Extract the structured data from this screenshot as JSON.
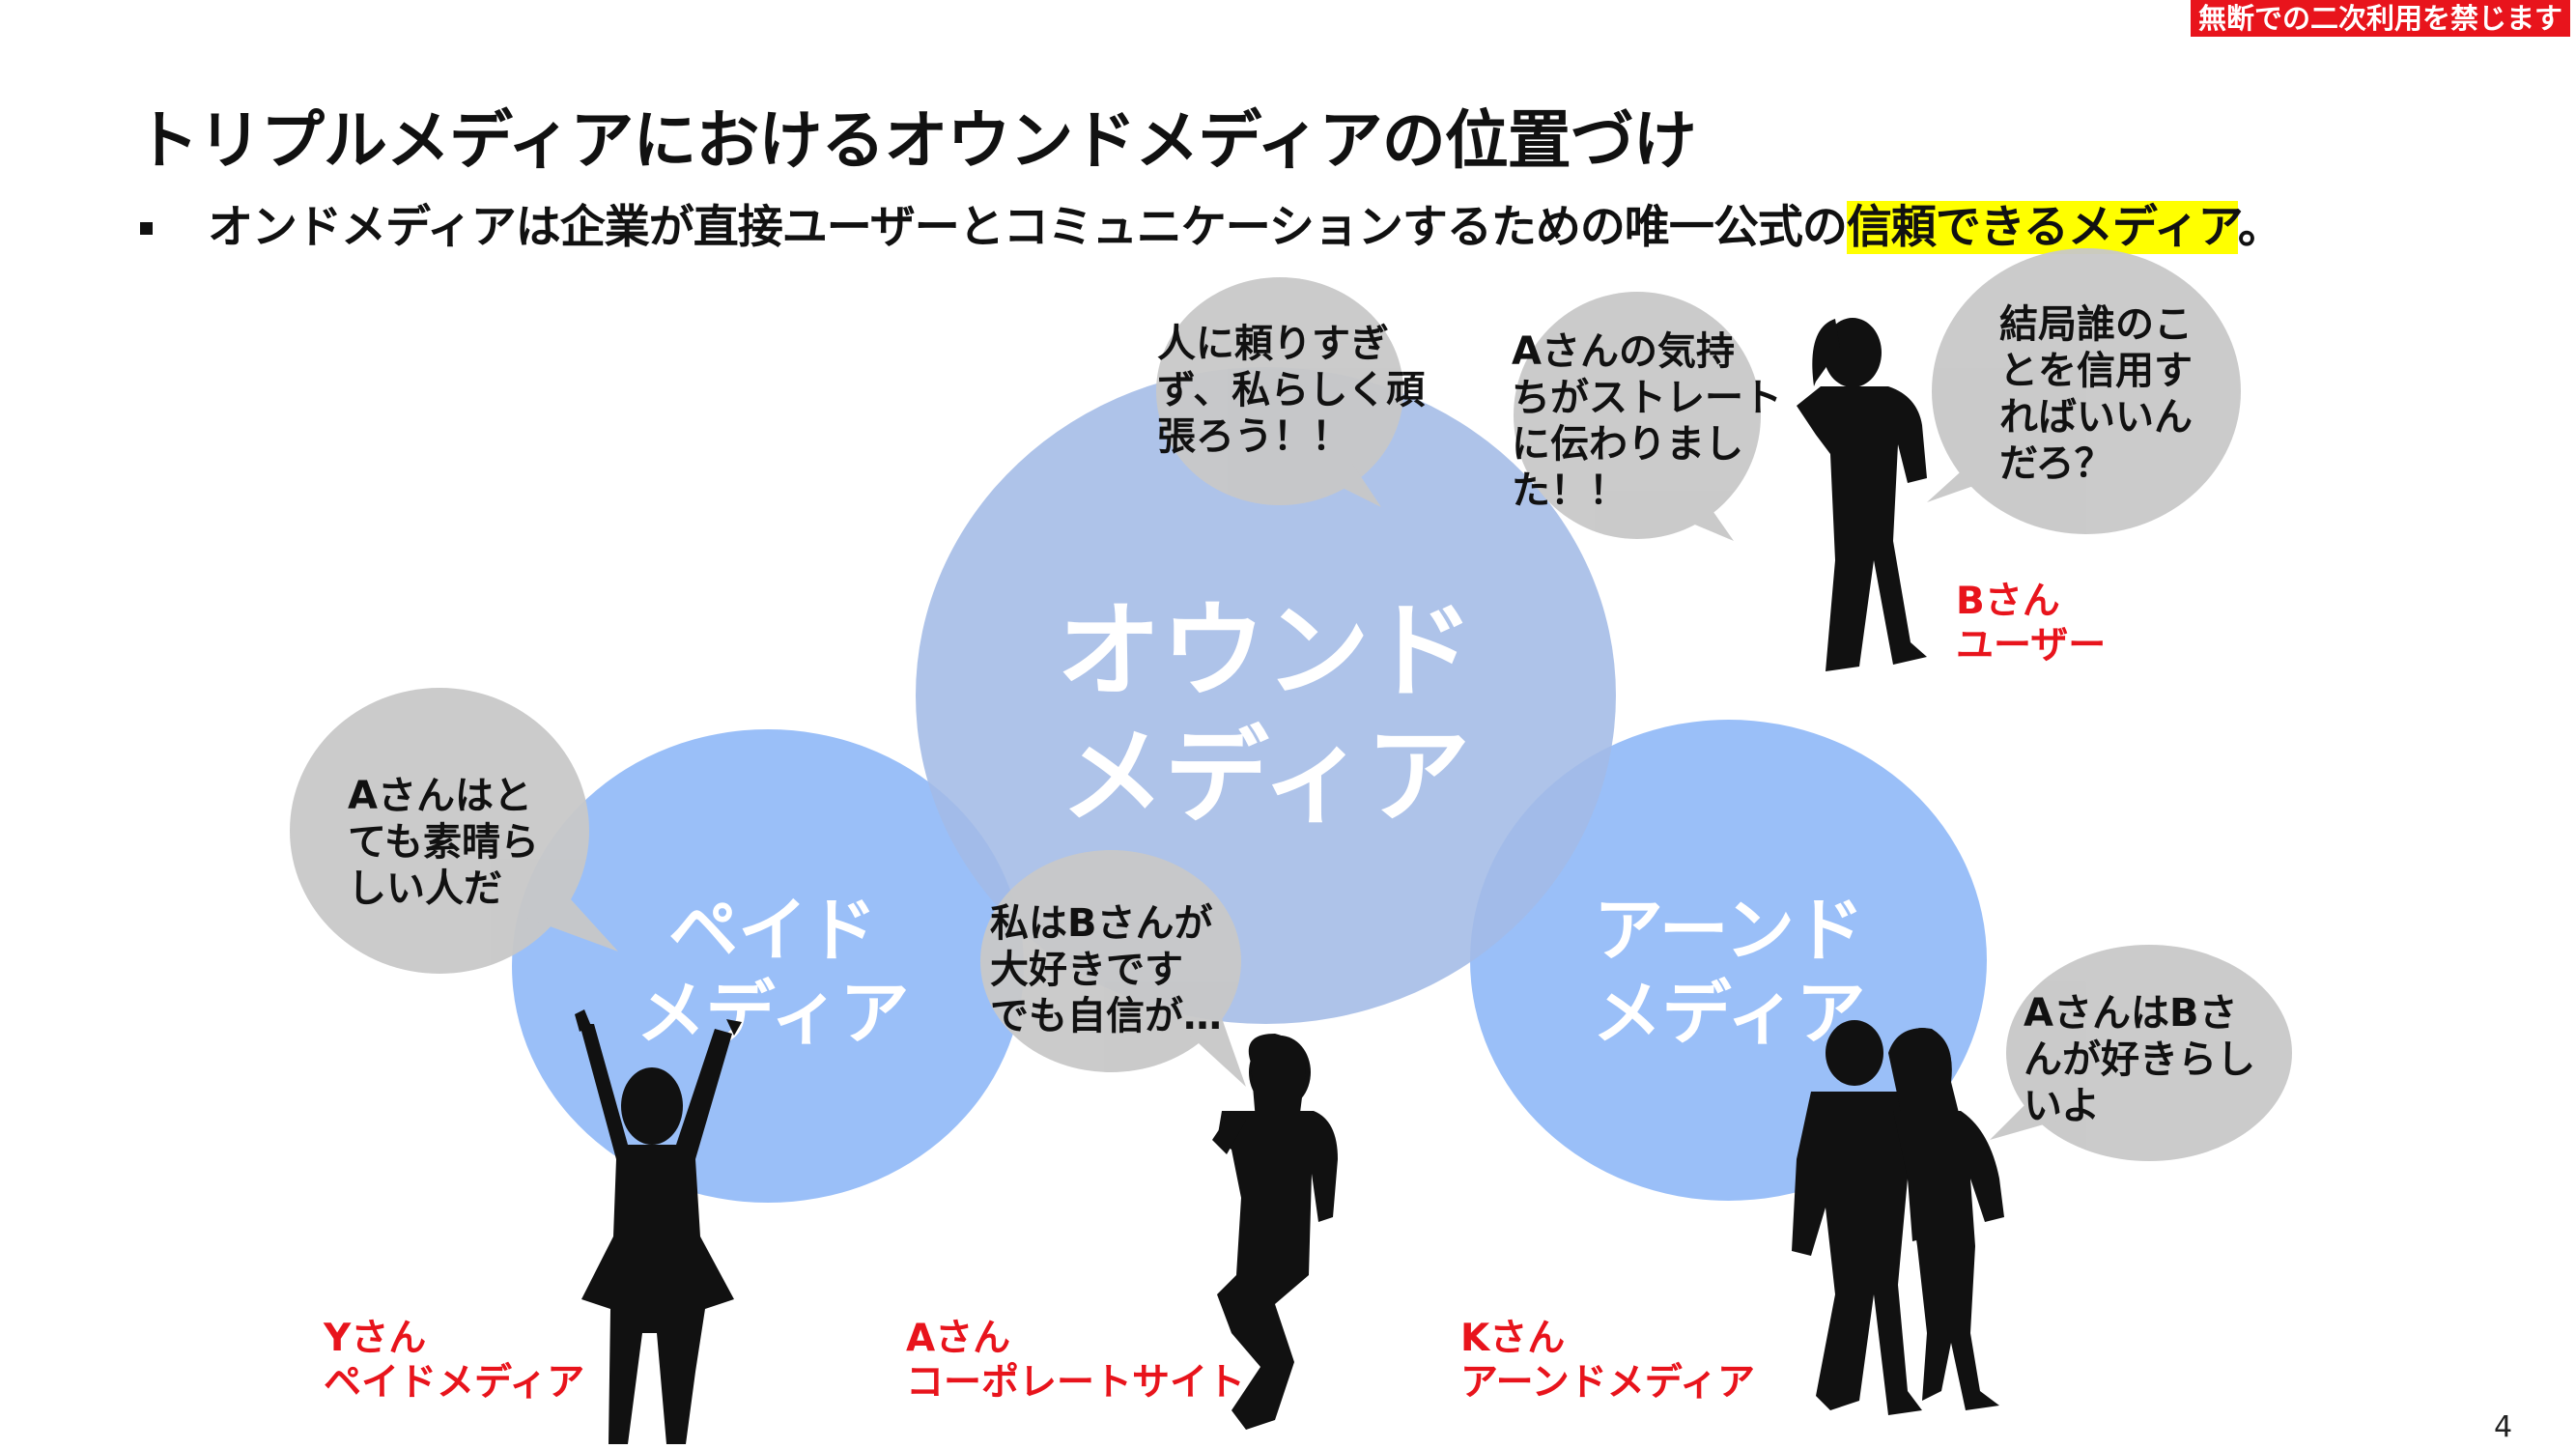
{
  "copyright_notice": "無断での二次利用を禁じます",
  "title": "トリプルメディアにおけるオウンドメディアの位置づけ",
  "bullet": {
    "text_plain": "オンドメディアは企業が直接ユーザーとコミュニケーションするための唯一公式の",
    "text_highlight": "信頼できるメディア",
    "text_end": "。"
  },
  "circles": {
    "owned": {
      "line1": "オウンド",
      "line2": "メディア"
    },
    "paid": {
      "line1": "ペイド",
      "line2": "メディア"
    },
    "earned": {
      "line1": "アーンド",
      "line2": "メディア"
    }
  },
  "bubbles": {
    "owned_top": [
      "人に頼りすぎ",
      "ず、私らしく頑",
      "張ろう！！"
    ],
    "a_san_feeling": [
      "Aさんの気持",
      "ちがストレート",
      "に伝わりまし",
      "た！！"
    ],
    "b_san_trust": [
      "結局誰のこ",
      "とを信用す",
      "ればいいん",
      "だろ？"
    ],
    "y_san": [
      "Aさんはと",
      "ても素晴ら",
      "しい人だ"
    ],
    "a_san": [
      "私はBさんが",
      "大好きです",
      "でも自信が…"
    ],
    "k_san": [
      "AさんはBさ",
      "んが好きらし",
      "いよ"
    ]
  },
  "people": {
    "b_san": {
      "name": "Bさん",
      "role": "ユーザー"
    },
    "y_san": {
      "name": "Yさん",
      "role": "ペイドメディア"
    },
    "a_san": {
      "name": "Aさん",
      "role": "コーポレートサイト"
    },
    "k_san": {
      "name": "Kさん",
      "role": "アーンドメディア"
    }
  },
  "page_number": "4",
  "colors": {
    "owned_circle": "#a9bfe8",
    "paid_earned_circle": "#8cb6f7",
    "bubble": "#c8c8c8",
    "accent_red": "#e8141c",
    "highlight": "#ffff00"
  }
}
